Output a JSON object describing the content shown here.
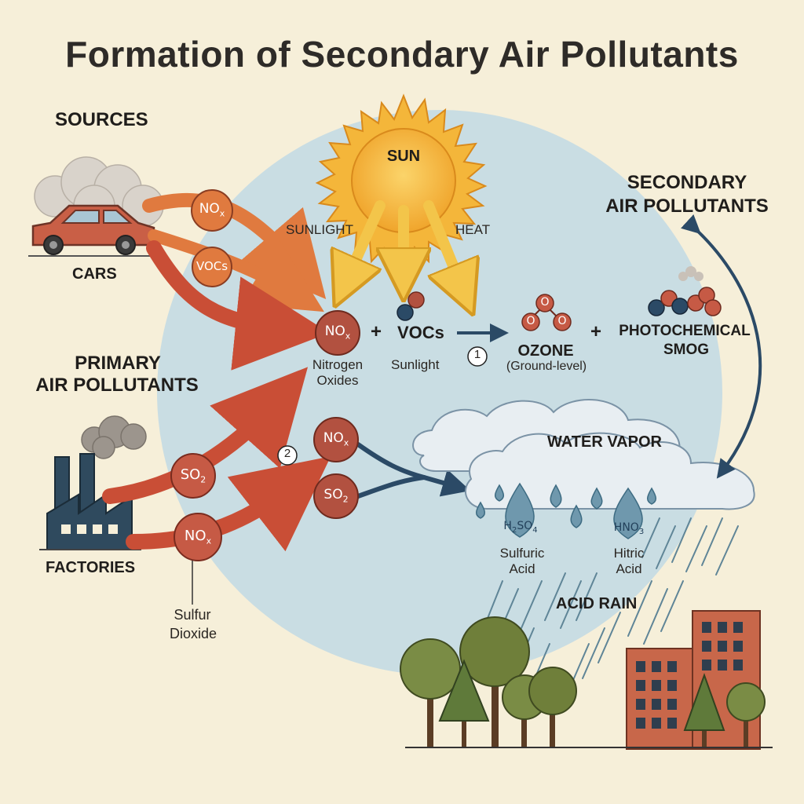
{
  "title": "Formation of Secondary Air Pollutants",
  "labels": {
    "sources": "SOURCES",
    "primary_line1": "PRIMARY",
    "primary_line2": "AIR POLLUTANTS",
    "secondary_line1": "SECONDARY",
    "secondary_line2": "AIR POLLUTANTS",
    "cars": "CARS",
    "factories": "FACTORIES",
    "sun": "SUN",
    "sunlight": "SUNLIGHT",
    "heat": "HEAT",
    "nitrogen_line1": "Nitrogen",
    "nitrogen_line2": "Oxides",
    "plus": "+",
    "vocs": "VOCs",
    "sunlight_small": "Sunlight",
    "step1": "1",
    "step2": "2",
    "ozone": "OZONE",
    "ozone_sub": "(Ground-level)",
    "photochemical": "PHOTOCHEMICAL",
    "smog": "SMOG",
    "water_vapor": "WATER VAPOR",
    "sulfuric_line1": "Sulfuric",
    "sulfuric_line2": "Acid",
    "hitric_line1": "Hitric",
    "hitric_line2": "Acid",
    "acid_rain": "ACID RAIN",
    "sulfur_line1": "Sulfur",
    "sulfur_line2": "Dioxide",
    "ozone_atom": "O"
  },
  "chem": {
    "nox_base": "NO",
    "nox_sub": "x",
    "so2_base": "SO",
    "so2_sub": "2",
    "vocs_bubble": "VOCs",
    "h2so4": [
      "H",
      "2",
      "SO",
      "4"
    ],
    "hno3": [
      "HNO",
      "3"
    ]
  },
  "colors": {
    "background": "#f6efd9",
    "sky_circle": "#c9dde3",
    "sun": "#f4b63a",
    "sunlight_arrow": "#f3c54a",
    "nox_arrow": "#e07a3f",
    "primary_arrow": "#c94e36",
    "bubble": "#c65a45",
    "blue_arrow": "#2b4a66",
    "cloud": "#e8eef2",
    "drop": "#6f98ad",
    "building": "#c8674a",
    "tree": "#6f7f3a"
  }
}
